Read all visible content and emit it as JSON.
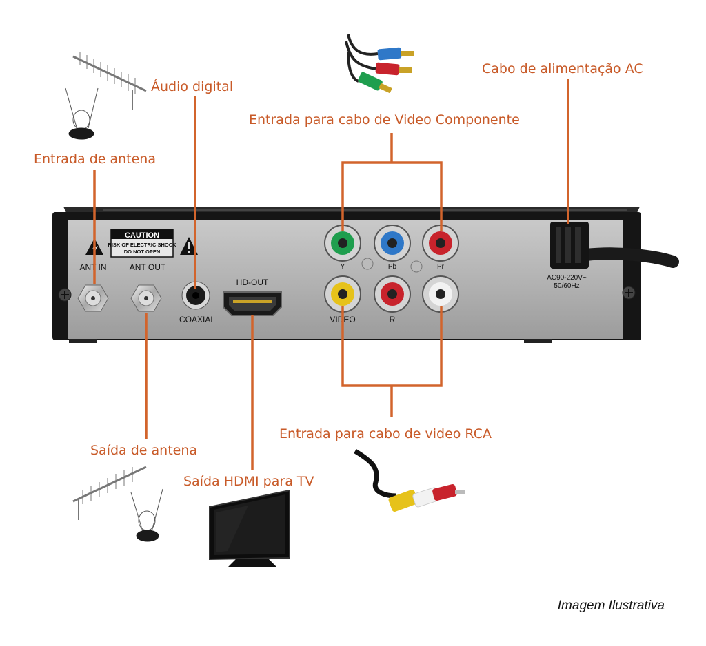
{
  "callouts": {
    "antenna_input": "Entrada de antena",
    "digital_audio": "Áudio digital",
    "component_input": "Entrada para cabo de Video Componente",
    "ac_power": "Cabo de alimentação AC",
    "antenna_output": "Saída de antena",
    "hdmi_output": "Saída HDMI para TV",
    "rca_input": "Entrada para cabo de video RCA"
  },
  "panel": {
    "caution_title": "CAUTION",
    "caution_line1": "RISK OF ELECTRIC SHOCK",
    "caution_line2": "DO NOT OPEN",
    "ant_in": "ANT IN",
    "ant_out": "ANT OUT",
    "coaxial": "COAXIAL",
    "hd_out": "HD-OUT",
    "y": "Y",
    "pb": "Pb",
    "pr": "Pr",
    "video": "VIDEO",
    "r": "R",
    "power_line1": "AC90-220V~",
    "power_line2": "50/60Hz"
  },
  "footer": "Imagem Ilustrativa",
  "colors": {
    "leader": "#d2642c",
    "label": "#c85a28",
    "jack_green": "#1f9e4e",
    "jack_blue": "#2f78c8",
    "jack_red": "#c8232c",
    "jack_yellow": "#e6c21a",
    "jack_white": "#f2f2f2"
  }
}
